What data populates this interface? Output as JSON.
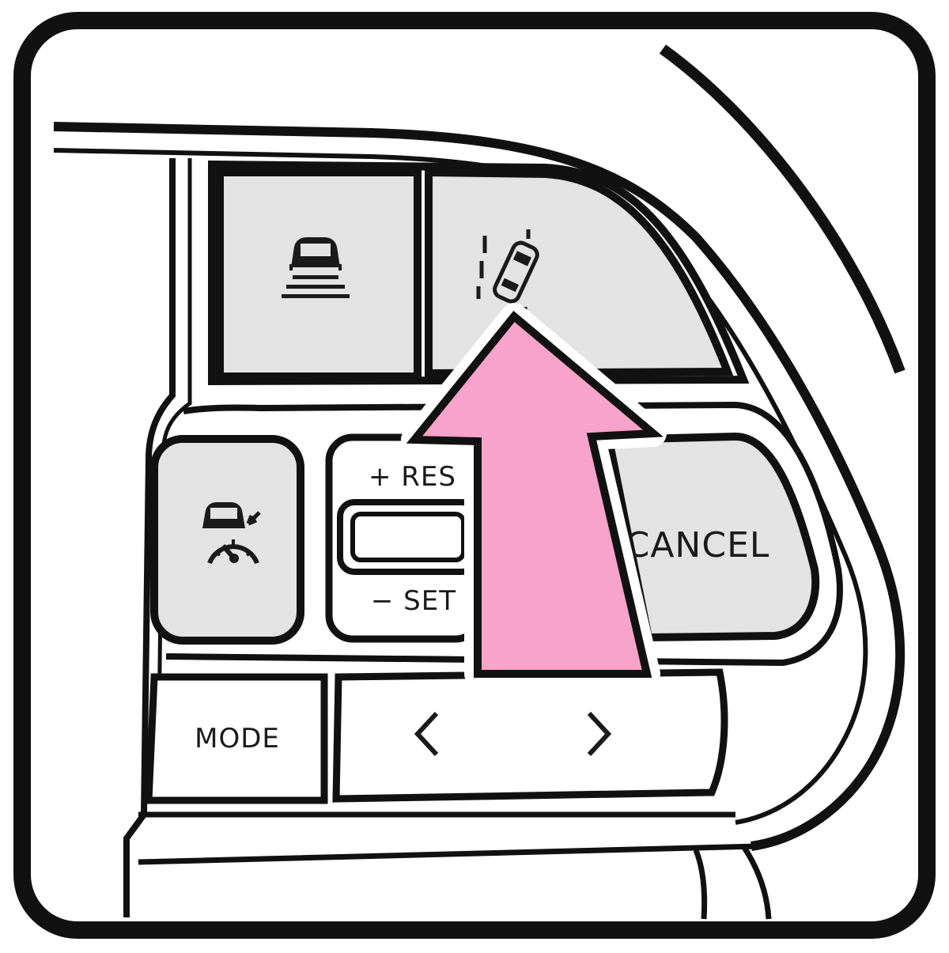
{
  "controls": {
    "res_label": "+ RES",
    "set_label": "− SET",
    "cancel_label": "CANCEL",
    "mode_label": "MODE",
    "prev_glyph": "<",
    "next_glyph": ">"
  },
  "icons": {
    "distance": "vehicle-distance-icon",
    "lane": "lane-following-assist-icon",
    "cruise": "smart-cruise-control-icon"
  },
  "colors": {
    "button_fill": "#e3e3e3",
    "arrow_fill": "#f7a3cb",
    "outline": "#111111"
  }
}
